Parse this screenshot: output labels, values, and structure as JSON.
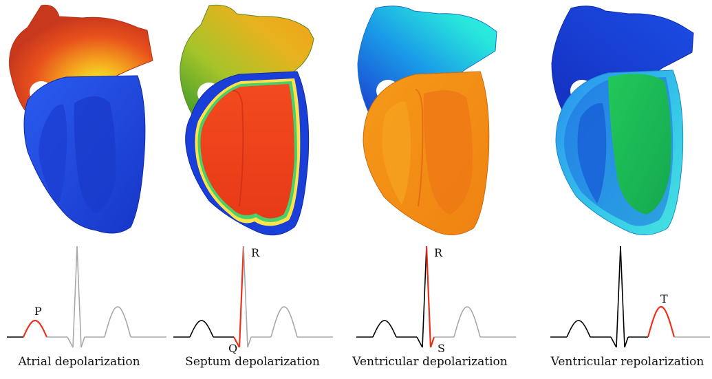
{
  "colors": {
    "active": "#e8321a",
    "past": "#000000",
    "future": "#a8a8a8",
    "resting": "#1f4be6"
  },
  "panels": [
    {
      "caption": "Atrial depolarization",
      "heart_state": "atria-red",
      "highlight": [
        "P"
      ],
      "done": [],
      "labels": [
        {
          "text": "P",
          "anchor": "P"
        }
      ]
    },
    {
      "caption": "Septum depolarization",
      "heart_state": "septum-red",
      "highlight": [
        "Q",
        "R_up"
      ],
      "done": [
        "P",
        "pre"
      ],
      "labels": [
        {
          "text": "Q",
          "anchor": "Q"
        },
        {
          "text": "R",
          "anchor": "R"
        }
      ]
    },
    {
      "caption": "Ventricular depolarization",
      "heart_state": "ventricles-orange",
      "highlight": [
        "R_down",
        "S"
      ],
      "done": [
        "P",
        "pre",
        "Q",
        "R_up"
      ],
      "labels": [
        {
          "text": "R",
          "anchor": "R"
        },
        {
          "text": "S",
          "anchor": "S"
        }
      ]
    },
    {
      "caption": "Ventricular repolarization",
      "heart_state": "ventricles-green",
      "highlight": [
        "T"
      ],
      "done": [
        "P",
        "pre",
        "Q",
        "R_up",
        "R_down",
        "S",
        "ST"
      ],
      "labels": [
        {
          "text": "T",
          "anchor": "T"
        }
      ]
    }
  ]
}
